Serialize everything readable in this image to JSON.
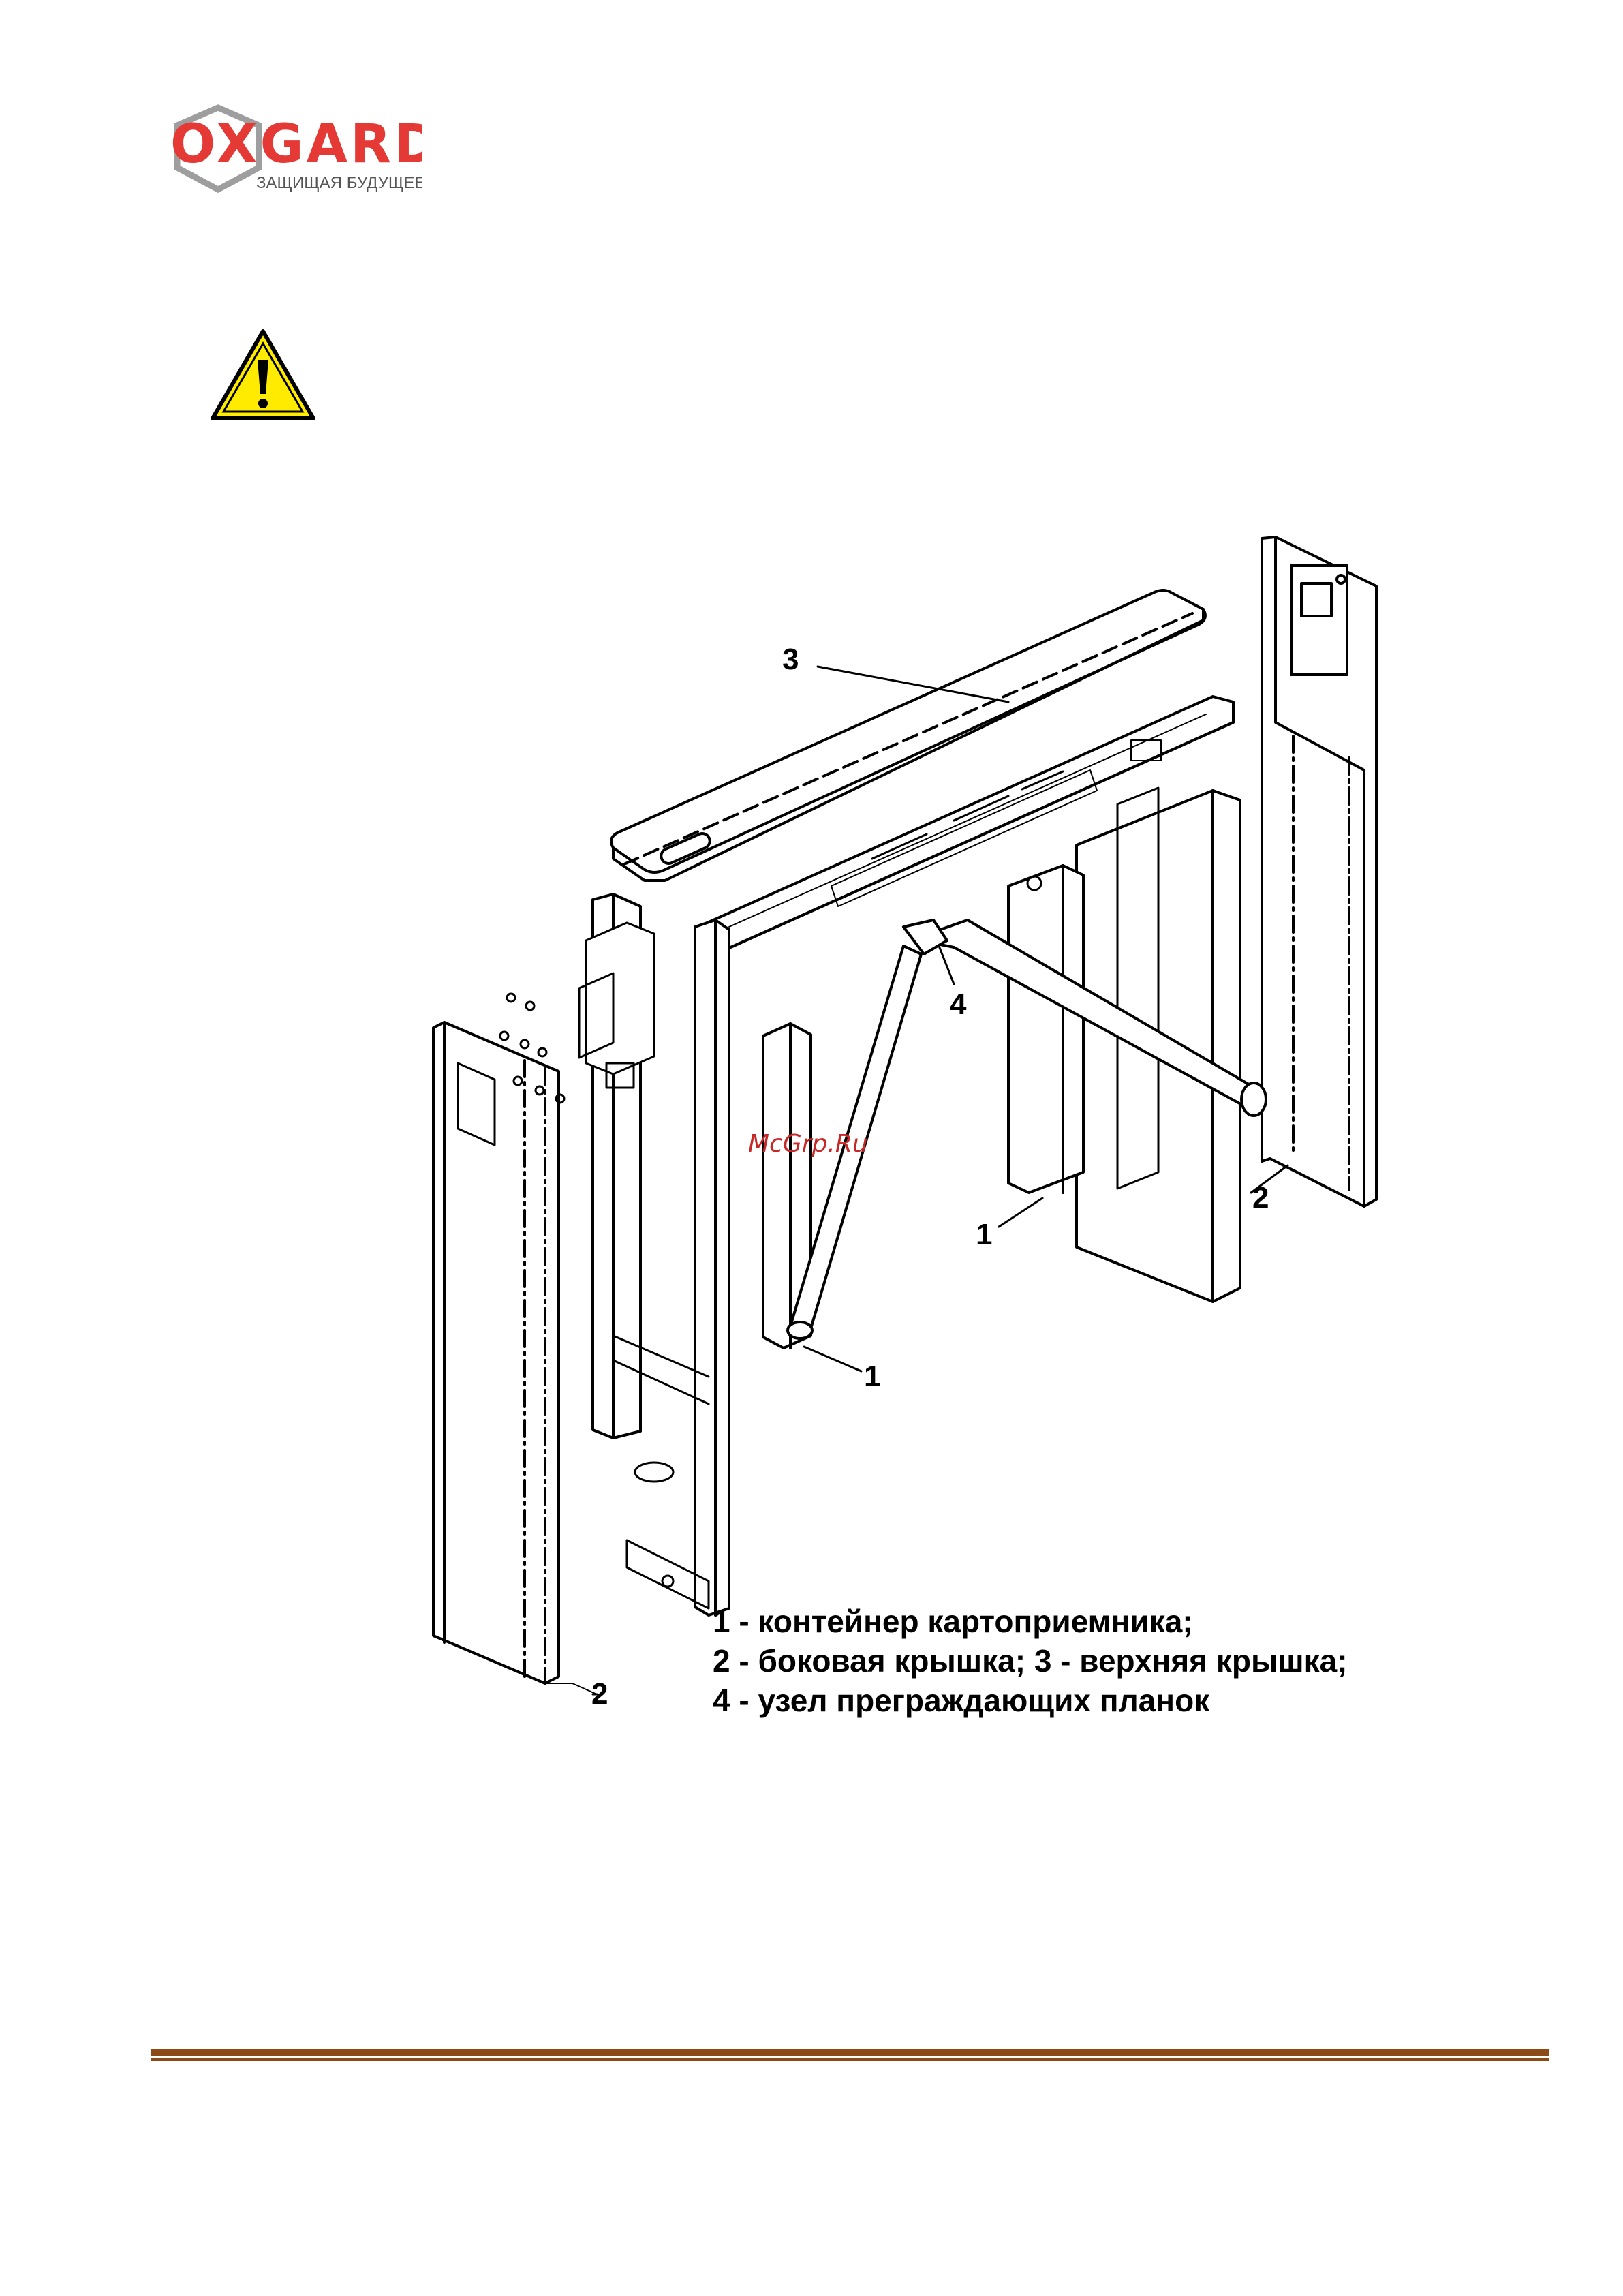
{
  "header": {
    "logo_text": "OXGARD",
    "logo_tagline": "ЗАЩИЩАЯ БУДУЩЕЕ",
    "logo_color": "#e53935",
    "logo_shield_color": "#9e9e9e"
  },
  "warning": {
    "icon": "warning-triangle-icon",
    "fill_color": "#ffeb00",
    "stroke_color": "#000000"
  },
  "figure": {
    "callouts": [
      "3",
      "4",
      "2",
      "1",
      "1",
      "2"
    ],
    "watermark": "McGrp.Ru"
  },
  "legend": {
    "line1": "1 - контейнер картоприемника;",
    "line2": "2 - боковая крышка; 3 - верхняя крышка;",
    "line3": "4 - узел преграждающих планок"
  },
  "footer": {
    "rule_color": "#8b4a16"
  }
}
